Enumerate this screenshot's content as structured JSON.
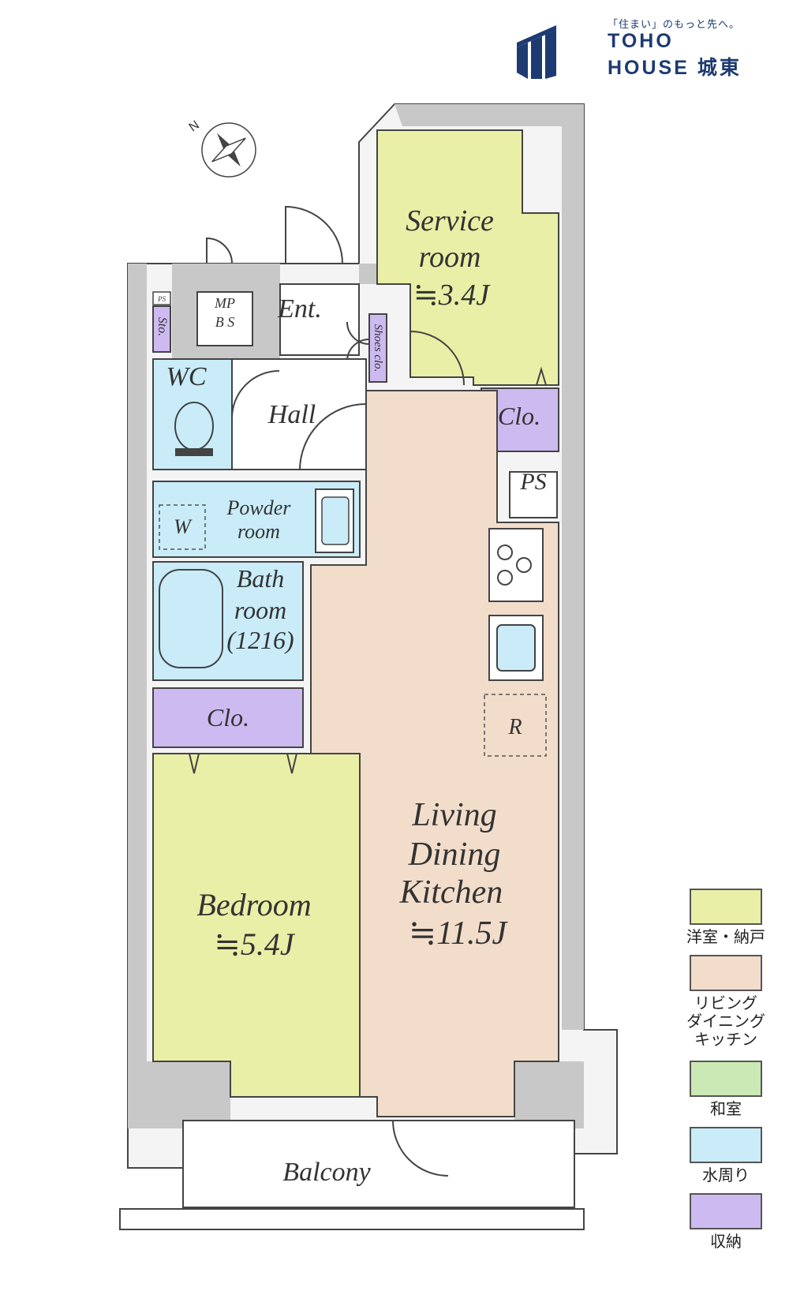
{
  "brand": {
    "tagline": "「住まい」のもっと先へ。",
    "line1": "TOHO",
    "line2": "HOUSE 城東",
    "colors": {
      "navy": "#1d3a72"
    }
  },
  "compass": {
    "north_label": "N"
  },
  "rooms": {
    "service_room": {
      "label": "Service",
      "label2": "room",
      "size": "≒3.4J"
    },
    "mpbs": {
      "line1": "MP",
      "line2": "B S"
    },
    "ps_small": {
      "label": "PS"
    },
    "storage": {
      "label": "Sto."
    },
    "entrance": {
      "label": "Ent."
    },
    "shoes_closet": {
      "label": "Shoes clo."
    },
    "wc": {
      "label": "WC"
    },
    "hall": {
      "label": "Hall"
    },
    "closet_right": {
      "label": "Clo."
    },
    "ps_right": {
      "label": "PS"
    },
    "washer": {
      "label": "W"
    },
    "powder_room": {
      "label": "Powder",
      "label2": "room"
    },
    "bathroom": {
      "label": "Bath",
      "label2": "room",
      "label3": "(1216)"
    },
    "closet_left": {
      "label": "Clo."
    },
    "refrigerator": {
      "label": "R"
    },
    "ldk": {
      "label": "Living",
      "label2": "Dining",
      "label3": "Kitchen",
      "size": "≒11.5J"
    },
    "bedroom": {
      "label": "Bedroom",
      "size": "≒5.4J"
    },
    "balcony": {
      "label": "Balcony"
    }
  },
  "colors": {
    "western_room": "#e9efa6",
    "living": "#f2ddcb",
    "japanese_room": "#cbe9b4",
    "water": "#c9ecf8",
    "storage": "#cdbaf0",
    "wall": "#c8c8c8",
    "line": "#444444"
  },
  "legend": [
    {
      "label": "洋室・納戸",
      "color": "#e9efa6"
    },
    {
      "label": "リビング\nダイニング\nキッチン",
      "color": "#f2ddcb"
    },
    {
      "label": "和室",
      "color": "#cbe9b4"
    },
    {
      "label": "水周り",
      "color": "#c9ecf8"
    },
    {
      "label": "収納",
      "color": "#cdbaf0"
    }
  ]
}
